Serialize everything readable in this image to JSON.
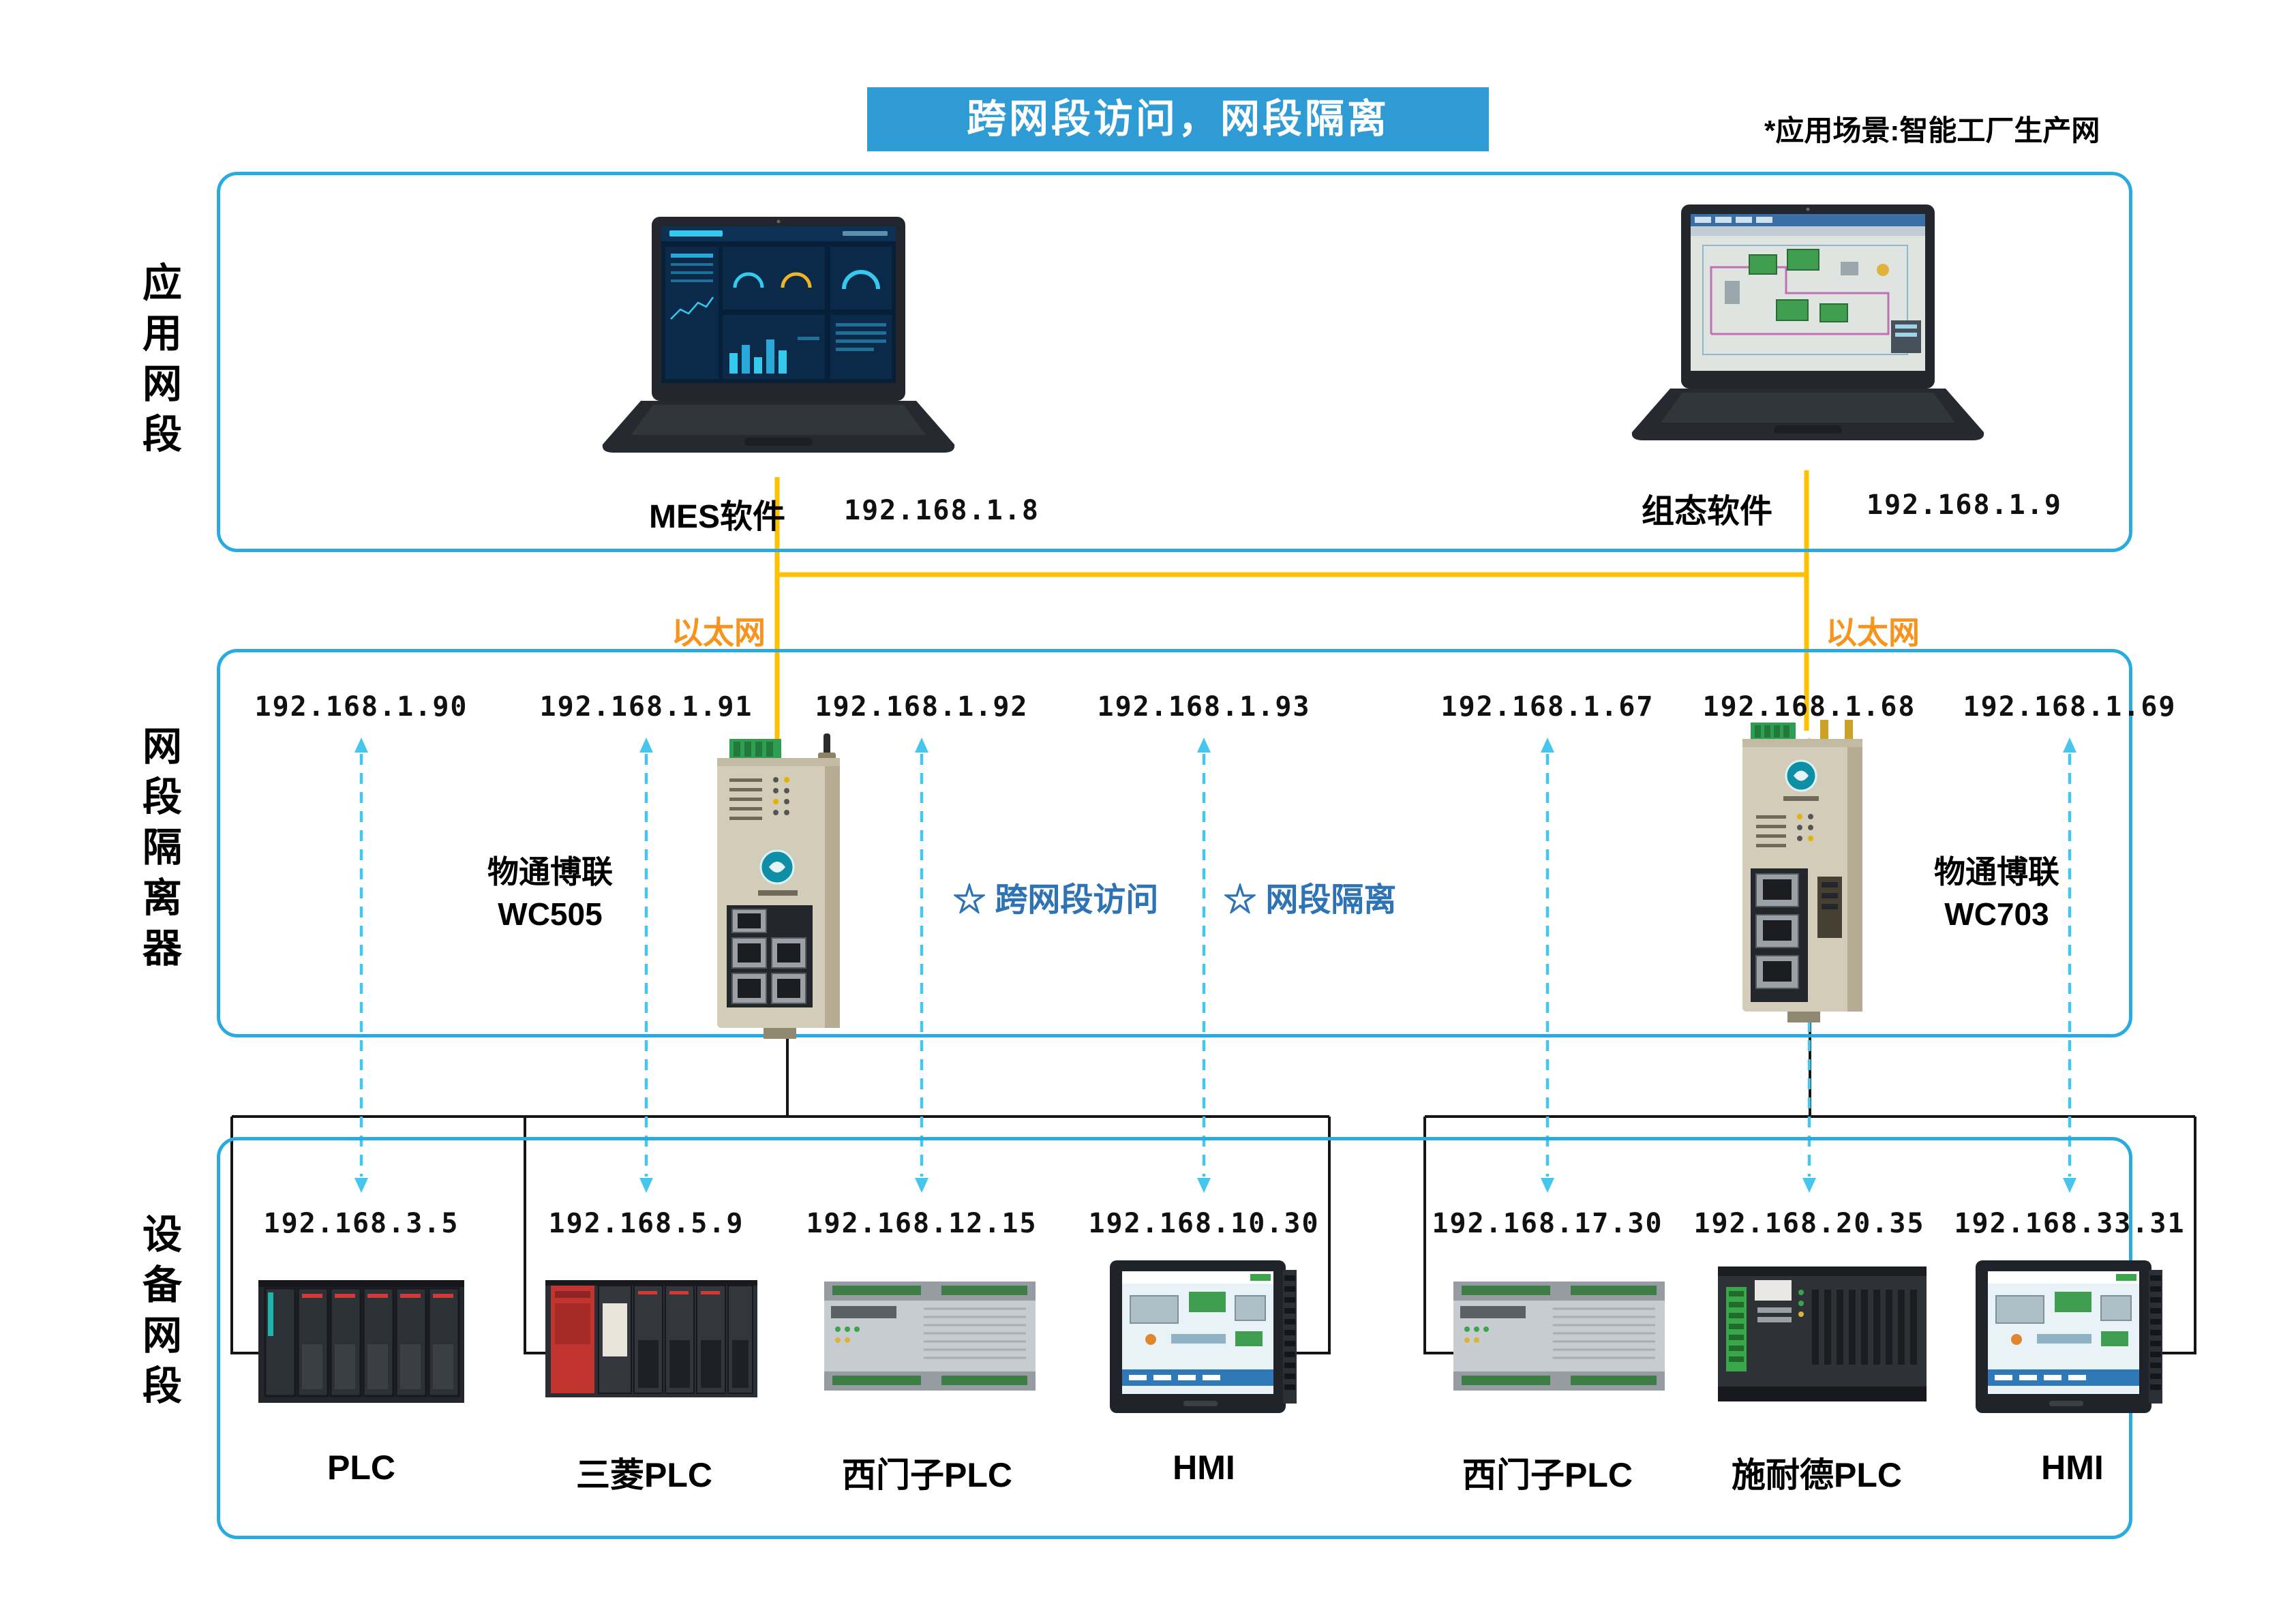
{
  "banner": {
    "title": "跨网段访问，网段隔离",
    "scenario": "*应用场景:智能工厂生产网"
  },
  "sections": {
    "app": {
      "label": "应用网段"
    },
    "isolator": {
      "label": "网段隔离器"
    },
    "device": {
      "label": "设备网段"
    }
  },
  "app_nodes": [
    {
      "name": "MES软件",
      "ip": "192.168.1.8"
    },
    {
      "name": "组态软件",
      "ip": "192.168.1.9"
    }
  ],
  "ethernet": {
    "left": "以太网",
    "right": "以太网"
  },
  "isolator_ips": [
    "192.168.1.90",
    "192.168.1.91",
    "192.168.1.92",
    "192.168.1.93",
    "192.168.1.67",
    "192.168.1.68",
    "192.168.1.69"
  ],
  "isolators": [
    {
      "brand": "物通博联",
      "model": "WC505"
    },
    {
      "brand": "物通博联",
      "model": "WC703"
    }
  ],
  "features": [
    "☆ 跨网段访问",
    "☆ 网段隔离"
  ],
  "devices": [
    {
      "name": "PLC",
      "ip": "192.168.3.5"
    },
    {
      "name": "三菱PLC",
      "ip": "192.168.5.9"
    },
    {
      "name": "西门子PLC",
      "ip": "192.168.12.15"
    },
    {
      "name": "HMI",
      "ip": "192.168.10.30"
    },
    {
      "name": "西门子PLC",
      "ip": "192.168.17.30"
    },
    {
      "name": "施耐德PLC",
      "ip": "192.168.20.35"
    },
    {
      "name": "HMI",
      "ip": "192.168.33.31"
    }
  ],
  "colors": {
    "accent_blue": "#29abe2",
    "banner_bg": "#2e9bd5",
    "orange": "#f7941d",
    "gold": "#ffc000",
    "feature_blue": "#2e74b5",
    "arrow_cyan": "#45c6ea"
  }
}
